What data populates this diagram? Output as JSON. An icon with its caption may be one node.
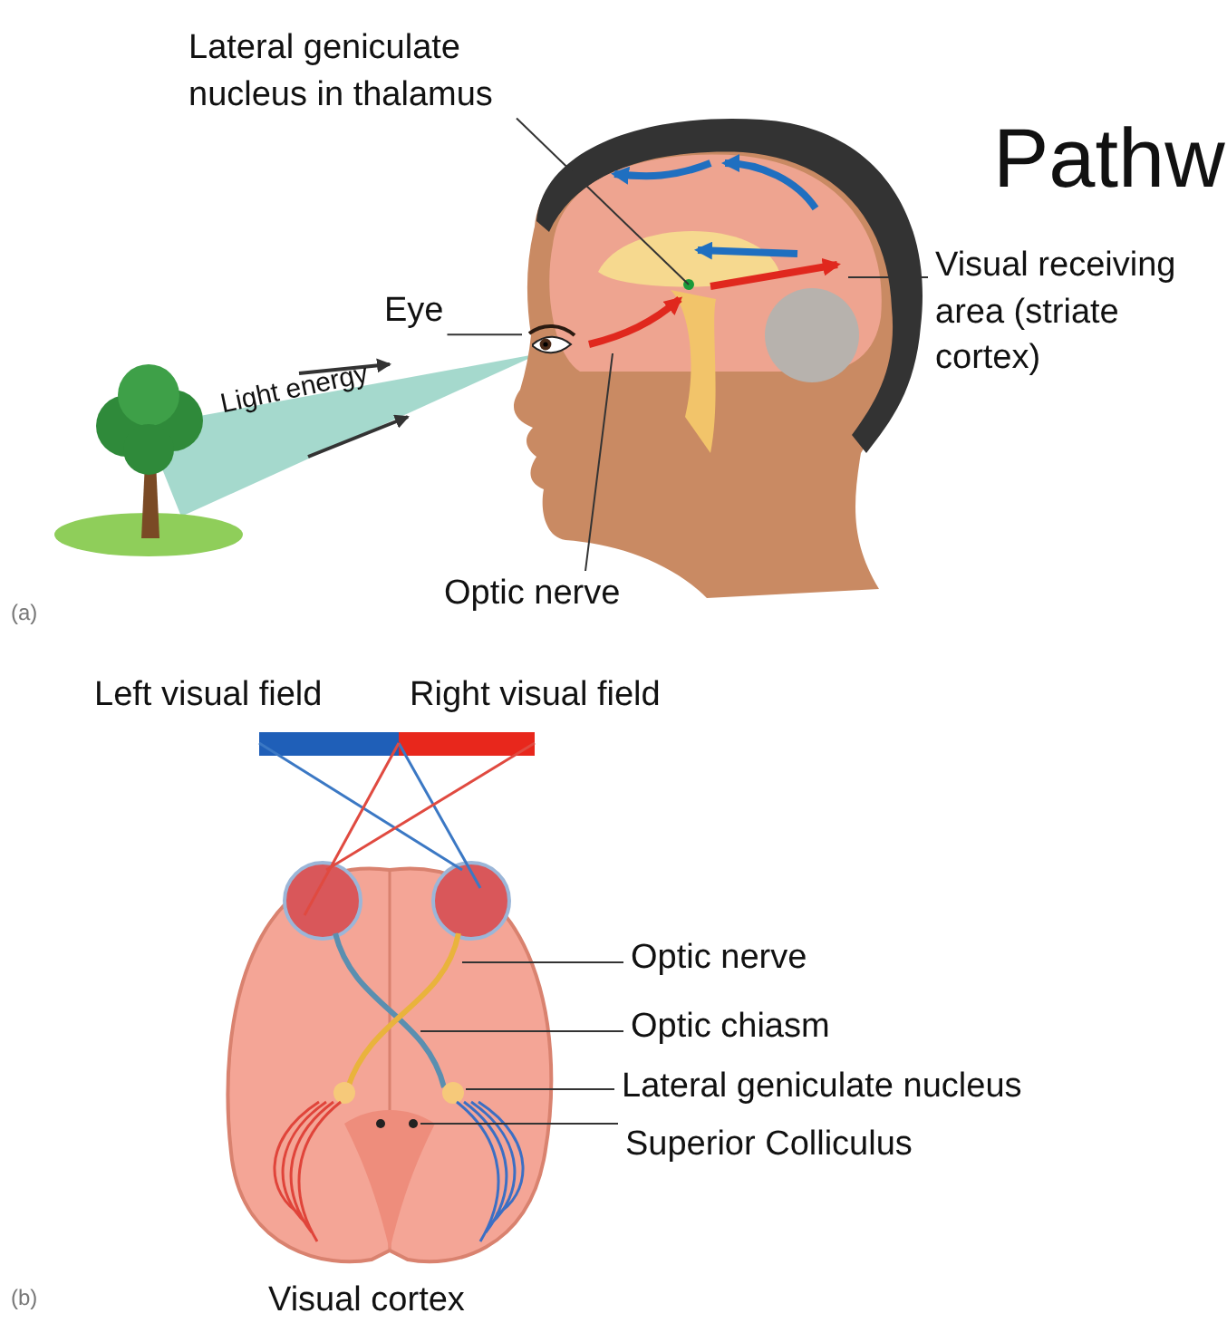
{
  "diagram": {
    "title": "Pathw",
    "nodes": [
      {
        "text": [
          "Lateral geniculate nucleus in thalamus"
        ]
      },
      {
        "text": [
          "Eye"
        ]
      },
      {
        "text": [
          "Visual receiving area (striate cortex)"
        ]
      },
      {
        "text": [
          "Optic nerve"
        ]
      },
      {
        "text": [
          "Optic nerve"
        ]
      },
      {
        "text": [
          "Optic chiasm"
        ]
      },
      {
        "text": [
          "Lateral geniculate nucleus"
        ]
      },
      {
        "text": [
          "Superior Colliculus"
        ]
      },
      {
        "text": [],
        "shape": "picture"
      }
    ],
    "edges": [
      {
        "from": 0,
        "to": null,
        "arrow": "none"
      },
      {
        "from": 1,
        "to": 8,
        "arrow": "none"
      },
      {
        "from": 2,
        "to": null,
        "arrow": "none"
      },
      {
        "from": 3,
        "to": null,
        "arrow": "none"
      },
      {
        "from": 4,
        "to": null,
        "arrow": "none"
      },
      {
        "from": 5,
        "to": null,
        "arrow": "none"
      },
      {
        "from": 6,
        "to": null,
        "arrow": "none"
      },
      {
        "from": 7,
        "to": null,
        "arrow": "none"
      }
    ],
    "labels": [
      "Light energy",
      "(a)",
      "Left visual field",
      "Right visual field",
      "(b)",
      "Visual cortex"
    ]
  }
}
